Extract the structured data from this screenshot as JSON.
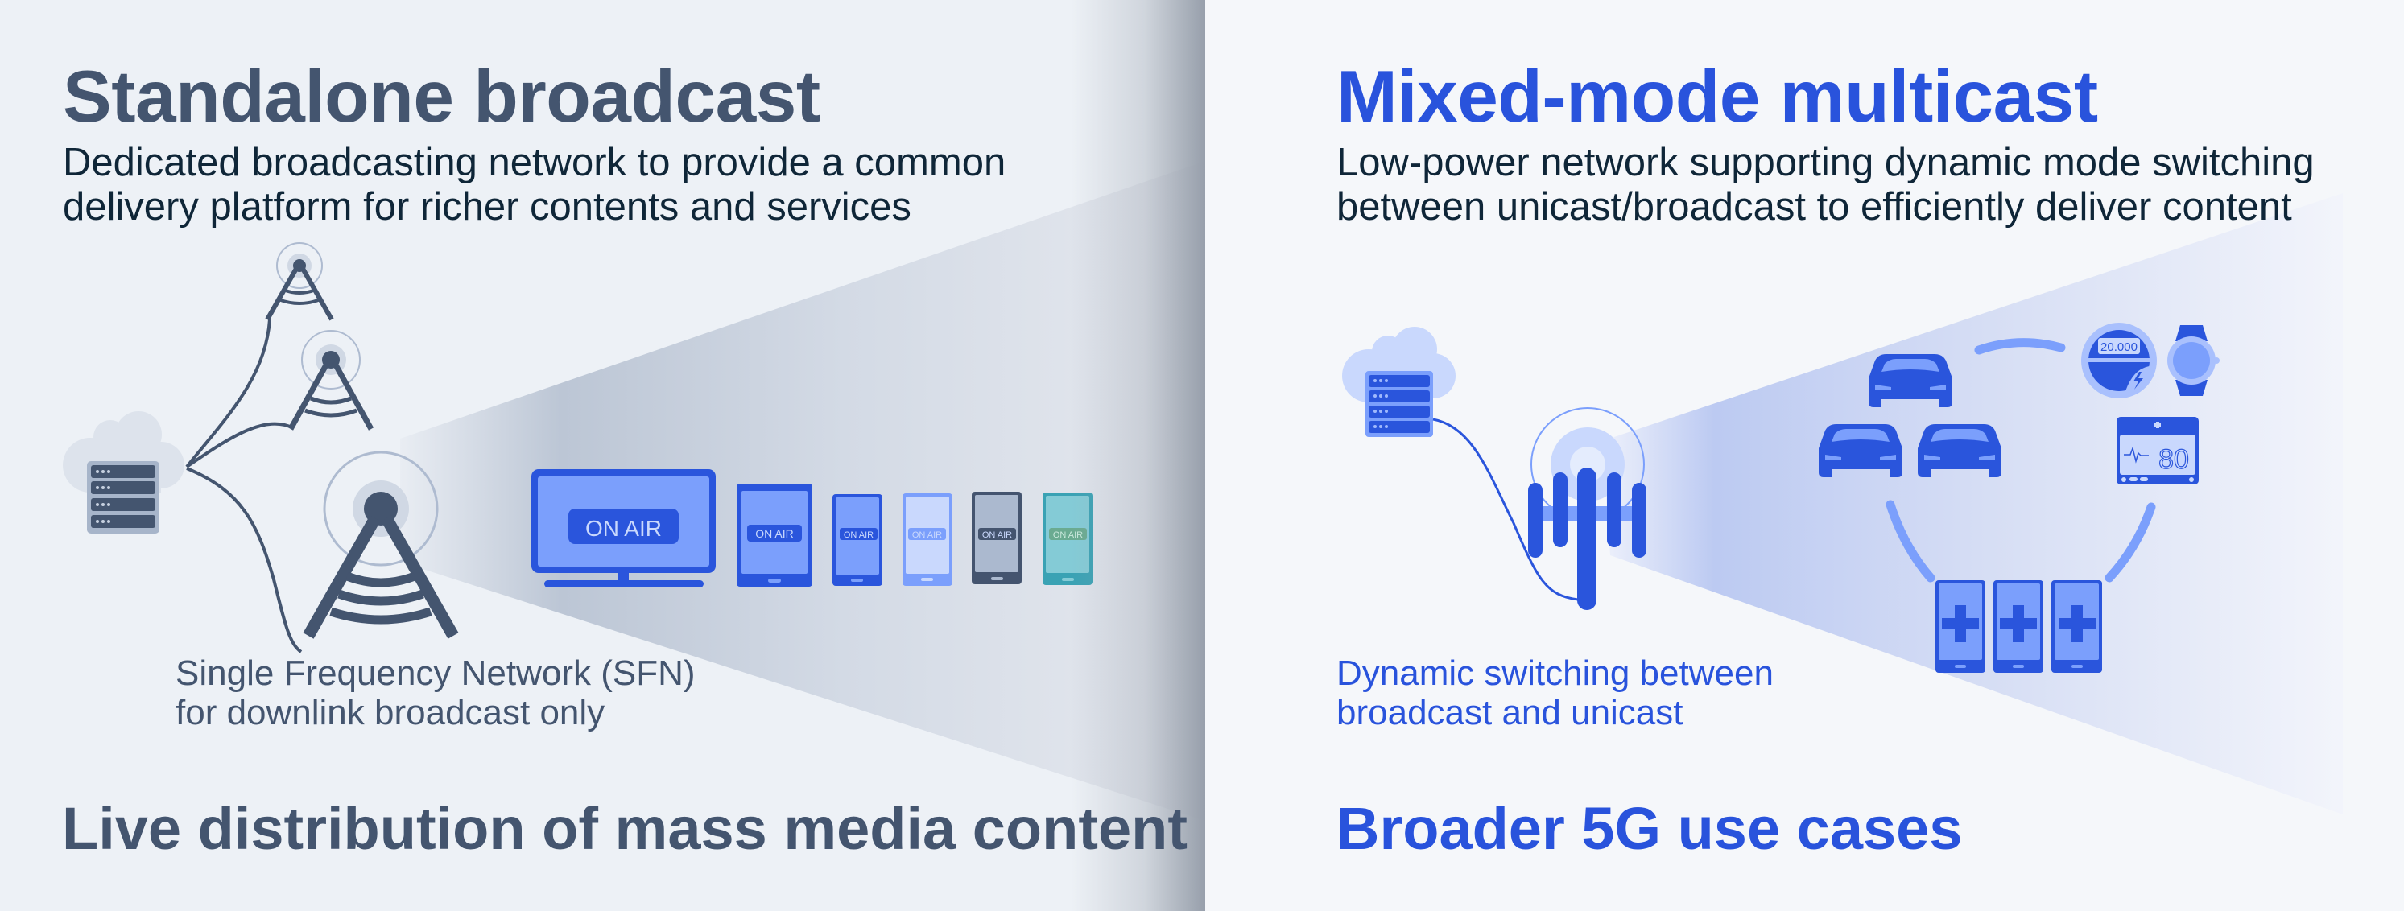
{
  "left": {
    "title": "Standalone broadcast",
    "subtitle_lines": [
      "Dedicated broadcasting network to provide a common",
      "delivery platform for richer contents and services"
    ],
    "caption_lines": [
      "Single Frequency Network (SFN)",
      "for downlink broadcast only"
    ],
    "bottom_heading": "Live distribution of mass media content",
    "devices": [
      {
        "type": "tv",
        "label": "ON AIR",
        "color": "#2a55dc"
      },
      {
        "type": "tablet",
        "label": "ON AIR",
        "color": "#2a55dc"
      },
      {
        "type": "phone",
        "label": "ON AIR",
        "color": "#2a55dc"
      },
      {
        "type": "phone",
        "label": "ON AIR",
        "color": "#7b9ffc"
      },
      {
        "type": "phone",
        "label": "ON AIR",
        "color": "#44546f"
      },
      {
        "type": "phone",
        "label": "ON AIR",
        "color": "#3aa2b4"
      }
    ],
    "icons": [
      "cloud-server-icon",
      "broadcast-tower-icon",
      "broadcast-tower-icon",
      "broadcast-tower-icon"
    ],
    "accent_color": "#44556f"
  },
  "right": {
    "title": "Mixed-mode multicast",
    "subtitle_lines": [
      "Low-power network supporting dynamic mode switching",
      "between unicast/broadcast to efficiently deliver content"
    ],
    "caption_lines": [
      "Dynamic switching between",
      "broadcast and unicast"
    ],
    "bottom_heading": "Broader 5G use cases",
    "meter_value": "20.000",
    "monitor_value": "80",
    "icons": [
      "cloud-server-icon",
      "antenna-array-icon",
      "car-icon",
      "car-icon",
      "car-icon",
      "smart-meter-icon",
      "smartwatch-icon",
      "health-monitor-icon",
      "medical-phone-icon",
      "medical-phone-icon",
      "medical-phone-icon"
    ],
    "accent_color": "#2953dc"
  }
}
